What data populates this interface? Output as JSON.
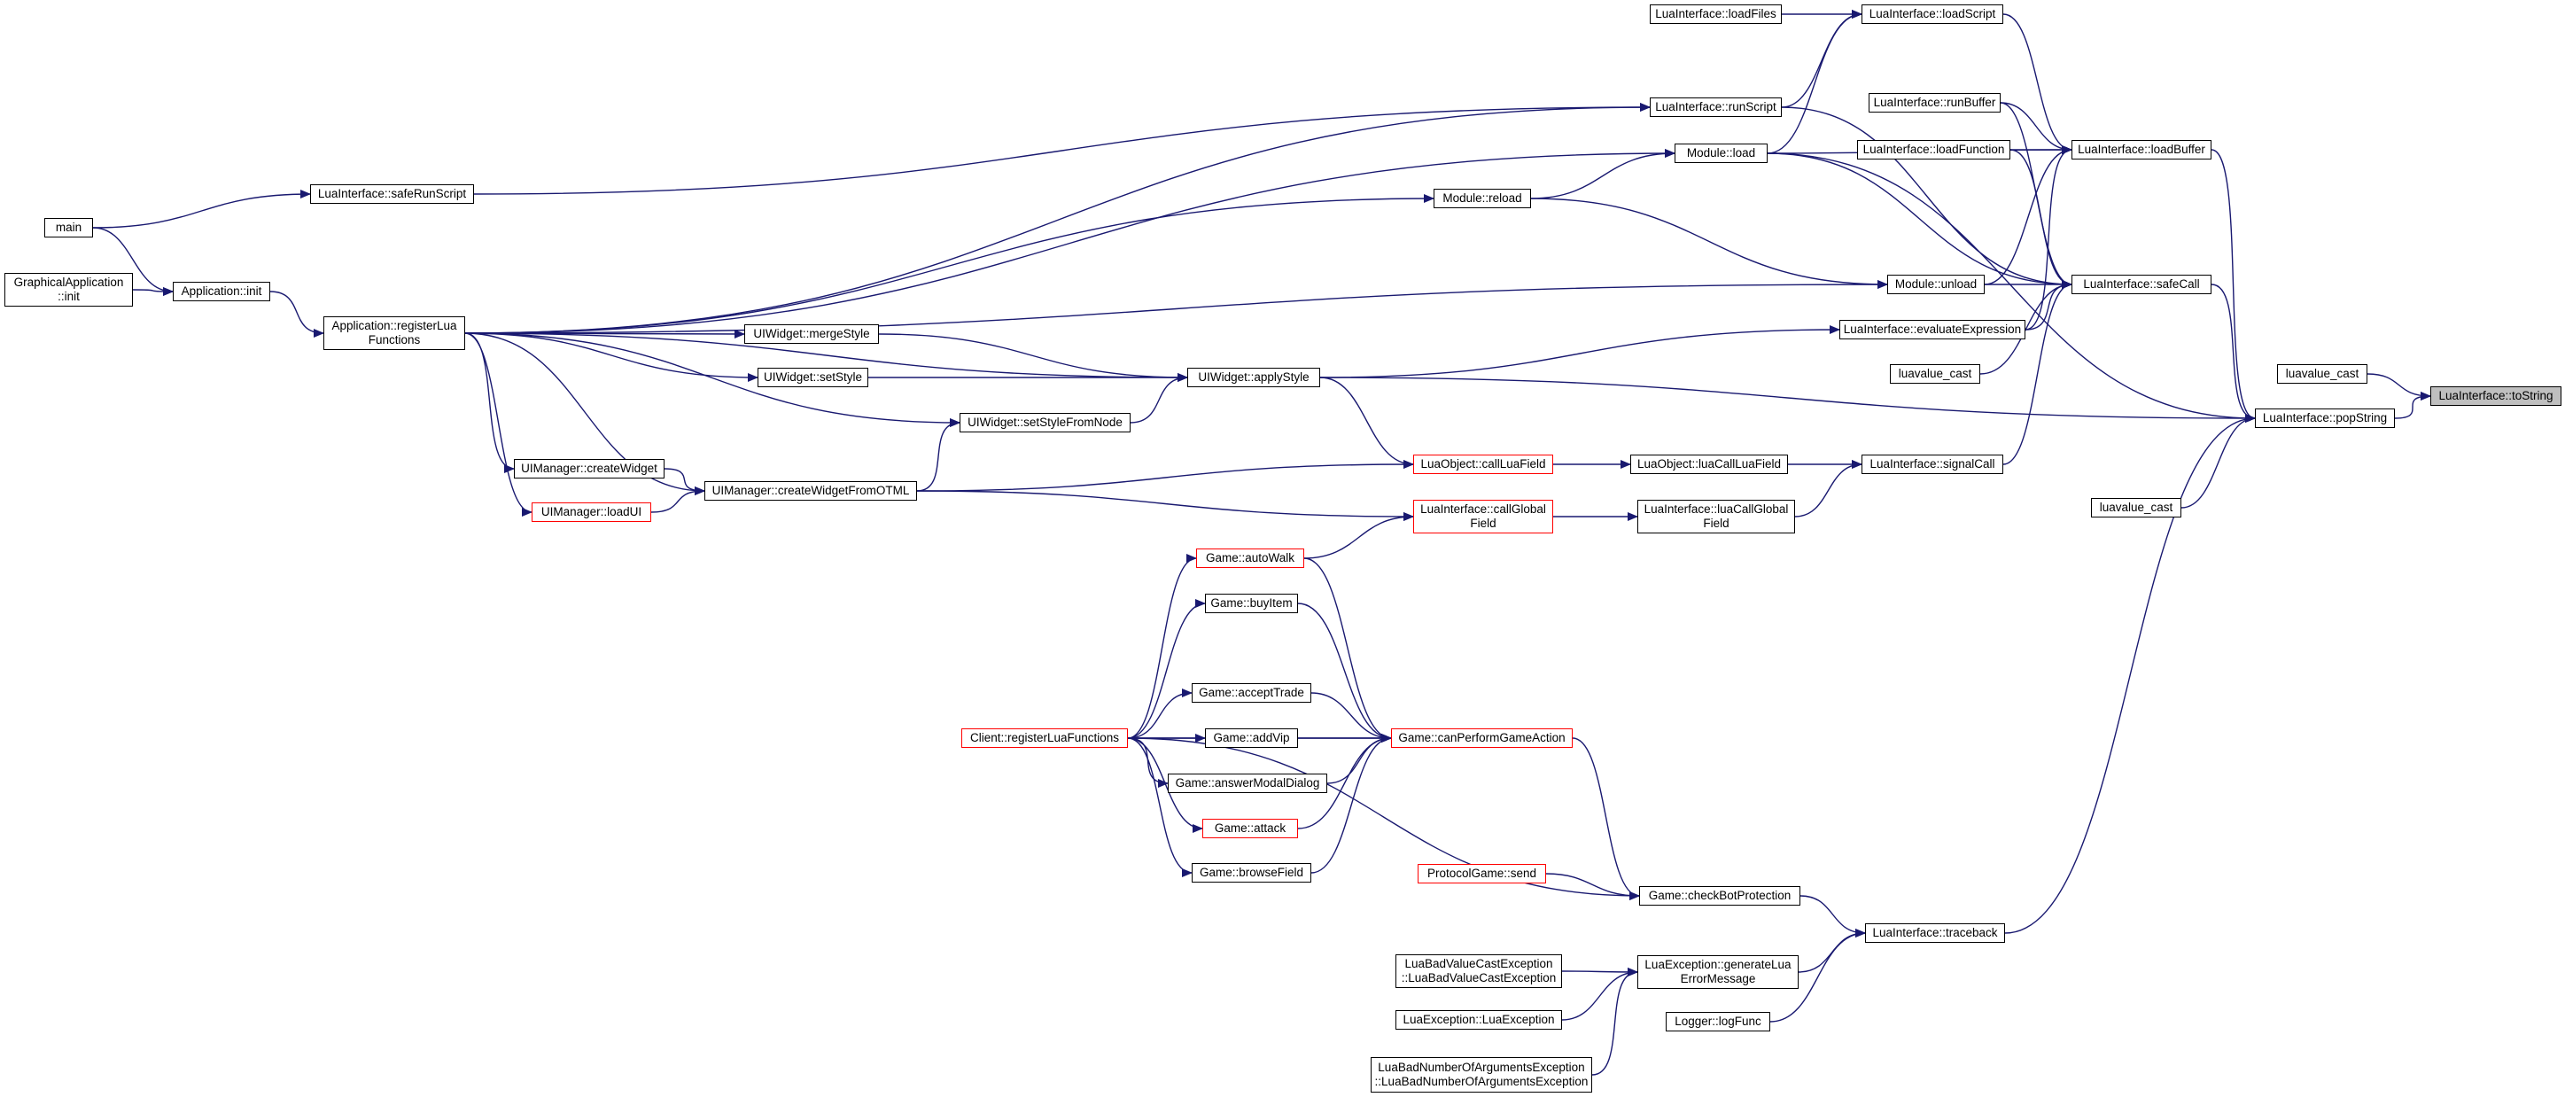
{
  "graph": {
    "edge_color": "#191970",
    "nodes": [
      {
        "id": "toString",
        "lines": [
          "LuaInterface::toString"
        ],
        "focus": true
      },
      {
        "id": "luavalue_cast1",
        "lines": [
          "luavalue_cast"
        ]
      },
      {
        "id": "popString",
        "lines": [
          "LuaInterface::popString"
        ]
      },
      {
        "id": "luavalue_cast2",
        "lines": [
          "luavalue_cast"
        ]
      },
      {
        "id": "loadFiles",
        "lines": [
          "LuaInterface::loadFiles"
        ]
      },
      {
        "id": "loadScript",
        "lines": [
          "LuaInterface::loadScript"
        ]
      },
      {
        "id": "runScript",
        "lines": [
          "LuaInterface::runScript"
        ]
      },
      {
        "id": "runBuffer",
        "lines": [
          "LuaInterface::runBuffer"
        ]
      },
      {
        "id": "loadFunction",
        "lines": [
          "LuaInterface::loadFunction"
        ]
      },
      {
        "id": "loadBuffer",
        "lines": [
          "LuaInterface::loadBuffer"
        ]
      },
      {
        "id": "moduleLoad",
        "lines": [
          "Module::load"
        ]
      },
      {
        "id": "moduleReload",
        "lines": [
          "Module::reload"
        ]
      },
      {
        "id": "moduleUnload",
        "lines": [
          "Module::unload"
        ]
      },
      {
        "id": "safeCall",
        "lines": [
          "LuaInterface::safeCall"
        ]
      },
      {
        "id": "evaluateExpression",
        "lines": [
          "LuaInterface::evaluateExpression"
        ]
      },
      {
        "id": "luavalue_cast3",
        "lines": [
          "luavalue_cast"
        ]
      },
      {
        "id": "safeRunScript",
        "lines": [
          "LuaInterface::safeRunScript"
        ]
      },
      {
        "id": "main",
        "lines": [
          "main"
        ]
      },
      {
        "id": "gfxInit",
        "lines": [
          "GraphicalApplication",
          "::init"
        ]
      },
      {
        "id": "appInit",
        "lines": [
          "Application::init"
        ]
      },
      {
        "id": "registerLua",
        "lines": [
          "Application::registerLua",
          "Functions"
        ]
      },
      {
        "id": "mergeStyle",
        "lines": [
          "UIWidget::mergeStyle"
        ]
      },
      {
        "id": "setStyle",
        "lines": [
          "UIWidget::setStyle"
        ]
      },
      {
        "id": "applyStyle",
        "lines": [
          "UIWidget::applyStyle"
        ]
      },
      {
        "id": "setStyleFromNode",
        "lines": [
          "UIWidget::setStyleFromNode"
        ]
      },
      {
        "id": "createWidget",
        "lines": [
          "UIManager::createWidget"
        ]
      },
      {
        "id": "createWidgetFromOTML",
        "lines": [
          "UIManager::createWidgetFromOTML"
        ]
      },
      {
        "id": "loadUI",
        "lines": [
          "UIManager::loadUI"
        ],
        "red": true
      },
      {
        "id": "callLuaField",
        "lines": [
          "LuaObject::callLuaField"
        ],
        "red": true
      },
      {
        "id": "luaCallLuaField",
        "lines": [
          "LuaObject::luaCallLuaField"
        ]
      },
      {
        "id": "signalCall",
        "lines": [
          "LuaInterface::signalCall"
        ]
      },
      {
        "id": "callGlobalField",
        "lines": [
          "LuaInterface::callGlobal",
          "Field"
        ],
        "red": true
      },
      {
        "id": "luaCallGlobalField",
        "lines": [
          "LuaInterface::luaCallGlobal",
          "Field"
        ]
      },
      {
        "id": "autoWalk",
        "lines": [
          "Game::autoWalk"
        ],
        "red": true
      },
      {
        "id": "buyItem",
        "lines": [
          "Game::buyItem"
        ]
      },
      {
        "id": "acceptTrade",
        "lines": [
          "Game::acceptTrade"
        ]
      },
      {
        "id": "addVip",
        "lines": [
          "Game::addVip"
        ]
      },
      {
        "id": "registerLuaFunctions",
        "lines": [
          "Client::registerLuaFunctions"
        ],
        "red": true
      },
      {
        "id": "canPerform",
        "lines": [
          "Game::canPerformGameAction"
        ],
        "red": true
      },
      {
        "id": "answerModal",
        "lines": [
          "Game::answerModalDialog"
        ]
      },
      {
        "id": "attack",
        "lines": [
          "Game::attack"
        ],
        "red": true
      },
      {
        "id": "browseField",
        "lines": [
          "Game::browseField"
        ]
      },
      {
        "id": "protocolSend",
        "lines": [
          "ProtocolGame::send"
        ],
        "red": true
      },
      {
        "id": "checkBot",
        "lines": [
          "Game::checkBotProtection"
        ]
      },
      {
        "id": "traceback",
        "lines": [
          "LuaInterface::traceback"
        ]
      },
      {
        "id": "badValueCast",
        "lines": [
          "LuaBadValueCastException",
          "::LuaBadValueCastException"
        ]
      },
      {
        "id": "generateLua",
        "lines": [
          "LuaException::generateLua",
          "ErrorMessage"
        ]
      },
      {
        "id": "luaException",
        "lines": [
          "LuaException::LuaException"
        ]
      },
      {
        "id": "logFunc",
        "lines": [
          "Logger::logFunc"
        ]
      },
      {
        "id": "badArgs",
        "lines": [
          "LuaBadNumberOfArgumentsException",
          "::LuaBadNumberOfArgumentsException"
        ]
      }
    ],
    "edges": [
      {
        "from": "luavalue_cast1",
        "to": "toString"
      },
      {
        "from": "popString",
        "to": "toString"
      },
      {
        "from": "luavalue_cast2",
        "to": "popString"
      },
      {
        "from": "loadFiles",
        "to": "loadScript"
      },
      {
        "from": "runScript",
        "to": "loadScript"
      },
      {
        "from": "moduleLoad",
        "to": "loadScript"
      },
      {
        "from": "loadScript",
        "to": "loadBuffer"
      },
      {
        "from": "runBuffer",
        "to": "loadBuffer"
      },
      {
        "from": "loadFunction",
        "to": "loadBuffer"
      },
      {
        "from": "moduleLoad",
        "to": "loadBuffer"
      },
      {
        "from": "moduleUnload",
        "to": "loadBuffer"
      },
      {
        "from": "evaluateExpression",
        "to": "loadBuffer"
      },
      {
        "from": "loadBuffer",
        "to": "popString"
      },
      {
        "from": "runScript",
        "to": "safeCall"
      },
      {
        "from": "runBuffer",
        "to": "safeCall"
      },
      {
        "from": "loadFunction",
        "to": "safeCall"
      },
      {
        "from": "moduleLoad",
        "to": "safeCall"
      },
      {
        "from": "moduleUnload",
        "to": "safeCall"
      },
      {
        "from": "evaluateExpression",
        "to": "safeCall"
      },
      {
        "from": "luavalue_cast3",
        "to": "safeCall"
      },
      {
        "from": "signalCall",
        "to": "safeCall"
      },
      {
        "from": "safeCall",
        "to": "popString"
      },
      {
        "from": "moduleLoad",
        "to": "popString"
      },
      {
        "from": "applyStyle",
        "to": "popString"
      },
      {
        "from": "traceback",
        "to": "popString"
      },
      {
        "from": "moduleReload",
        "to": "moduleLoad"
      },
      {
        "from": "moduleReload",
        "to": "moduleUnload"
      },
      {
        "from": "safeRunScript",
        "to": "runScript"
      },
      {
        "from": "main",
        "to": "safeRunScript"
      },
      {
        "from": "main",
        "to": "appInit"
      },
      {
        "from": "gfxInit",
        "to": "appInit"
      },
      {
        "from": "appInit",
        "to": "registerLua"
      },
      {
        "from": "registerLua",
        "to": "runScript"
      },
      {
        "from": "registerLua",
        "to": "moduleLoad"
      },
      {
        "from": "registerLua",
        "to": "moduleReload"
      },
      {
        "from": "registerLua",
        "to": "moduleUnload"
      },
      {
        "from": "registerLua",
        "to": "applyStyle"
      },
      {
        "from": "registerLua",
        "to": "mergeStyle"
      },
      {
        "from": "registerLua",
        "to": "setStyle"
      },
      {
        "from": "registerLua",
        "to": "setStyleFromNode"
      },
      {
        "from": "registerLua",
        "to": "createWidget"
      },
      {
        "from": "registerLua",
        "to": "loadUI"
      },
      {
        "from": "registerLua",
        "to": "createWidgetFromOTML"
      },
      {
        "from": "mergeStyle",
        "to": "applyStyle"
      },
      {
        "from": "setStyle",
        "to": "applyStyle"
      },
      {
        "from": "setStyleFromNode",
        "to": "applyStyle"
      },
      {
        "from": "applyStyle",
        "to": "evaluateExpression"
      },
      {
        "from": "applyStyle",
        "to": "callLuaField"
      },
      {
        "from": "createWidget",
        "to": "createWidgetFromOTML"
      },
      {
        "from": "loadUI",
        "to": "createWidgetFromOTML"
      },
      {
        "from": "createWidgetFromOTML",
        "to": "setStyleFromNode"
      },
      {
        "from": "createWidgetFromOTML",
        "to": "callLuaField"
      },
      {
        "from": "createWidgetFromOTML",
        "to": "callGlobalField"
      },
      {
        "from": "callLuaField",
        "to": "luaCallLuaField"
      },
      {
        "from": "luaCallLuaField",
        "to": "signalCall"
      },
      {
        "from": "callGlobalField",
        "to": "luaCallGlobalField"
      },
      {
        "from": "luaCallGlobalField",
        "to": "signalCall"
      },
      {
        "from": "autoWalk",
        "to": "callGlobalField"
      },
      {
        "from": "registerLuaFunctions",
        "to": "autoWalk"
      },
      {
        "from": "registerLuaFunctions",
        "to": "buyItem"
      },
      {
        "from": "registerLuaFunctions",
        "to": "acceptTrade"
      },
      {
        "from": "registerLuaFunctions",
        "to": "addVip"
      },
      {
        "from": "registerLuaFunctions",
        "to": "answerModal"
      },
      {
        "from": "registerLuaFunctions",
        "to": "attack"
      },
      {
        "from": "registerLuaFunctions",
        "to": "browseField"
      },
      {
        "from": "registerLuaFunctions",
        "to": "canPerform"
      },
      {
        "from": "registerLuaFunctions",
        "to": "checkBot"
      },
      {
        "from": "autoWalk",
        "to": "canPerform"
      },
      {
        "from": "buyItem",
        "to": "canPerform"
      },
      {
        "from": "acceptTrade",
        "to": "canPerform"
      },
      {
        "from": "addVip",
        "to": "canPerform"
      },
      {
        "from": "answerModal",
        "to": "canPerform"
      },
      {
        "from": "attack",
        "to": "canPerform"
      },
      {
        "from": "browseField",
        "to": "canPerform"
      },
      {
        "from": "canPerform",
        "to": "checkBot"
      },
      {
        "from": "protocolSend",
        "to": "checkBot"
      },
      {
        "from": "checkBot",
        "to": "traceback"
      },
      {
        "from": "generateLua",
        "to": "traceback"
      },
      {
        "from": "logFunc",
        "to": "traceback"
      },
      {
        "from": "badValueCast",
        "to": "generateLua"
      },
      {
        "from": "luaException",
        "to": "generateLua"
      },
      {
        "from": "badArgs",
        "to": "generateLua"
      }
    ]
  }
}
